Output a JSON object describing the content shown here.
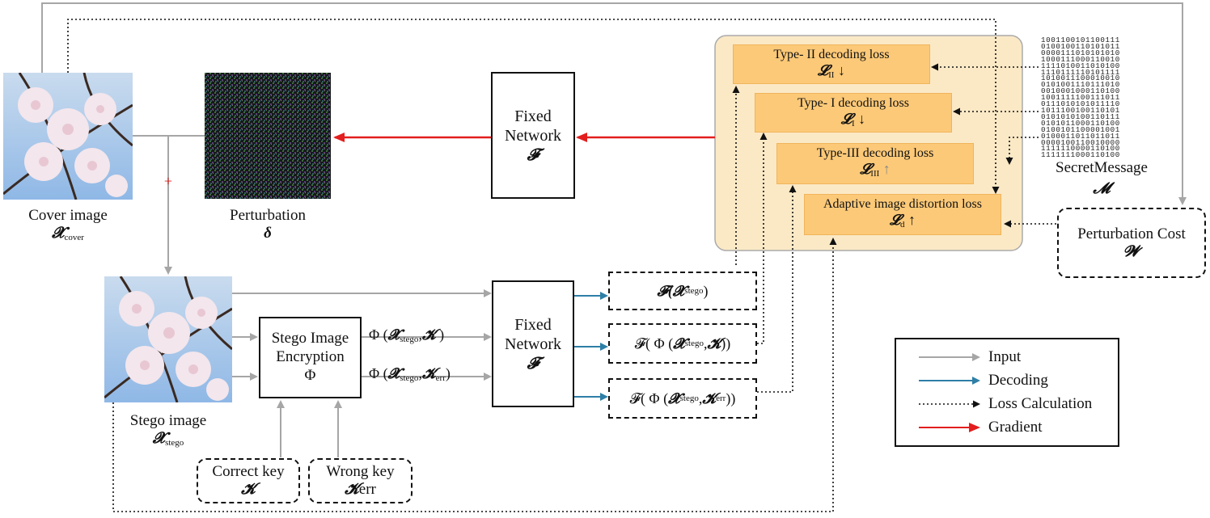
{
  "cover": {
    "label": "Cover image",
    "symbol": "𝓧",
    "sub": "cover"
  },
  "perturbation": {
    "label": "Perturbation",
    "symbol": "δ"
  },
  "plus": "+",
  "fixed_top": {
    "line1": "Fixed",
    "line2": "Network",
    "symbol": "𝓕"
  },
  "fixed_bottom": {
    "line1": "Fixed",
    "line2": "Network",
    "symbol": "𝓕"
  },
  "stego": {
    "label": "Stego image",
    "symbol": "𝓧",
    "sub": "stego"
  },
  "encryption": {
    "line1": "Stego Image",
    "line2": "Encryption",
    "symbol": "Φ"
  },
  "phi_correct": {
    "pre": "Φ (",
    "x": "𝓧",
    "sub": "stego",
    "mid": ",",
    "k": "𝓚",
    "post": " )"
  },
  "phi_wrong": {
    "pre": "Φ (",
    "x": "𝓧",
    "sub": "stego",
    "mid": ",",
    "k": "𝓚",
    "ksub": "err",
    "post": ")"
  },
  "out1": {
    "pre": "𝓕(",
    "x": "𝓧",
    "sub": "stego",
    "post": ")"
  },
  "out2": {
    "pre": "𝓕( Φ (",
    "x": "𝓧",
    "sub": "stego",
    "mid": ",",
    "k": "𝓚",
    "post": " ))"
  },
  "out3": {
    "pre": "𝓕( Φ (",
    "x": "𝓧",
    "sub": "stego",
    "mid": ",",
    "k": "𝓚",
    "ksub": "err",
    "post": "))"
  },
  "correct_key": {
    "label": "Correct key",
    "symbol": "𝓚"
  },
  "wrong_key": {
    "label": "Wrong key",
    "symbol": "𝓚",
    "sub": "err"
  },
  "losses": [
    {
      "title": "Type- II decoding loss",
      "symbol": "𝓛",
      "sub": "II",
      "arrow": "↓"
    },
    {
      "title": "Type- I decoding loss",
      "symbol": "𝓛",
      "sub": "I",
      "arrow": "↓"
    },
    {
      "title": "Type-III decoding loss",
      "symbol": "𝓛",
      "sub": "III",
      "arrow": "↑"
    },
    {
      "title": "Adaptive image distortion loss",
      "symbol": "𝓛",
      "sub": "d",
      "arrow": "↑"
    }
  ],
  "secret": {
    "label": "SecretMessage",
    "symbol": "𝓜",
    "bits": [
      "1001100101100111",
      "0100100110101011",
      "0000111010101010",
      "1000111000110010",
      "1111010011010100",
      "1110111110101111",
      "1010011100010010",
      "0101001110111010",
      "0010001000110100",
      "1001111100111011",
      "0111010101011110",
      "1011100100110101",
      "0101010100110111",
      "0101011000110100",
      "0100101100001001",
      "0100011011011011",
      "0000100110010000",
      "1111110000110100",
      "1111111000110100"
    ]
  },
  "cost": {
    "label": "Perturbation Cost",
    "symbol": "𝓦"
  },
  "legend": {
    "items": [
      {
        "label": "Input",
        "color": "#a6a6a6",
        "style": "solid"
      },
      {
        "label": "Decoding",
        "color": "#2e7fa6",
        "style": "solid"
      },
      {
        "label": "Loss Calculation",
        "color": "#111111",
        "style": "dotted"
      },
      {
        "label": "Gradient",
        "color": "#e31e1e",
        "style": "solid"
      }
    ]
  },
  "colors": {
    "input": "#a6a6a6",
    "decoding": "#2e7fa6",
    "gradient": "#e31e1e",
    "loss_box": "#fcc978",
    "panel": "#fbe9c6"
  }
}
